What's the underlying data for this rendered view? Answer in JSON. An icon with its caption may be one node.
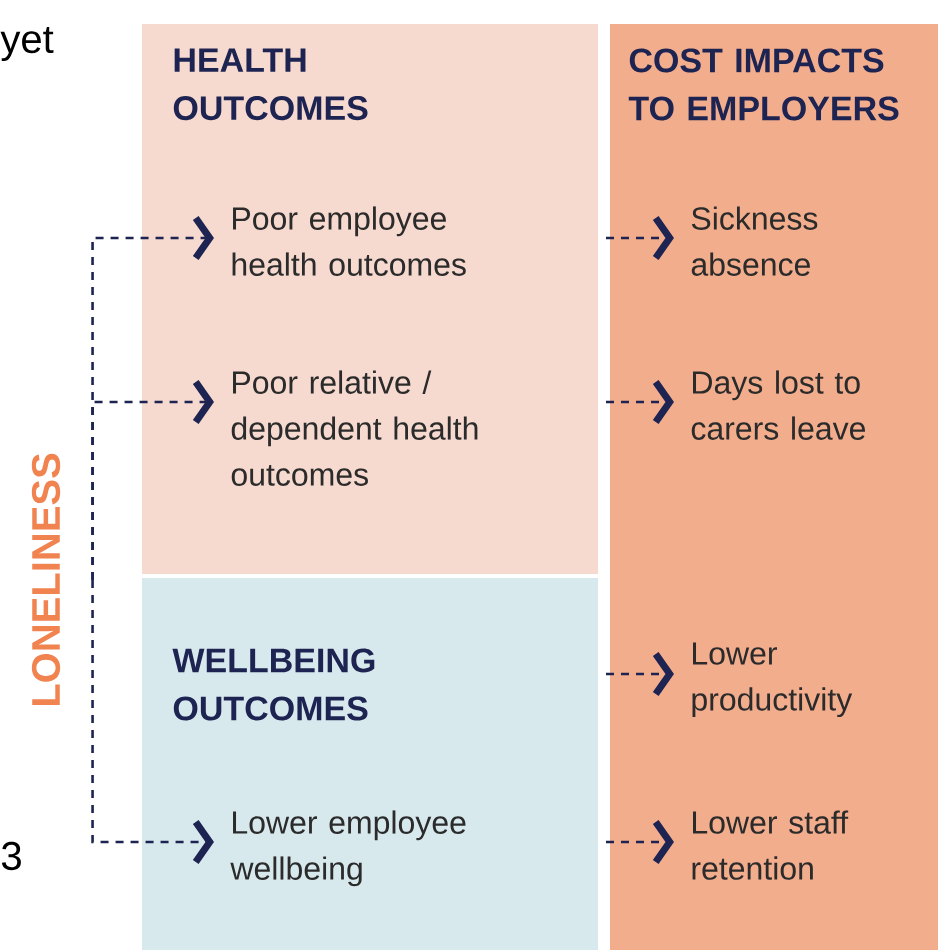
{
  "diagram": {
    "nodes": [
      {
        "text": [
          "LONELINESS"
        ]
      },
      {
        "text": [
          "HEALTH OUTCOMES"
        ]
      },
      {
        "text": [
          "Poor employee health outcomes"
        ],
        "in": 1
      },
      {
        "text": [
          "Poor relative / dependent health outcomes"
        ],
        "in": 1
      },
      {
        "text": [
          "WELLBEING OUTCOMES"
        ]
      },
      {
        "text": [
          "Lower employee wellbeing"
        ],
        "in": 4
      },
      {
        "text": [
          "COST IMPACTS TO EMPLOYERS"
        ]
      },
      {
        "text": [
          "Sickness absence"
        ],
        "in": 6
      },
      {
        "text": [
          "Days lost to carers leave"
        ],
        "in": 6
      },
      {
        "text": [
          "Lower productivity"
        ],
        "in": 6
      },
      {
        "text": [
          "Lower staff retention"
        ],
        "in": 6
      }
    ],
    "edges": [
      {
        "from": 0,
        "to": 2,
        "arrow": "to",
        "style": "dashed"
      },
      {
        "from": 0,
        "to": 3,
        "arrow": "to",
        "style": "dashed"
      },
      {
        "from": 0,
        "to": 5,
        "arrow": "to",
        "style": "dashed"
      },
      {
        "from": null,
        "to": 7,
        "arrow": "to",
        "style": "dashed"
      },
      {
        "from": null,
        "to": 8,
        "arrow": "to",
        "style": "dashed"
      },
      {
        "from": null,
        "to": 9,
        "arrow": "to",
        "style": "dashed"
      },
      {
        "from": null,
        "to": 10,
        "arrow": "to",
        "style": "dashed"
      }
    ],
    "labels": [
      "yet",
      "3"
    ]
  }
}
